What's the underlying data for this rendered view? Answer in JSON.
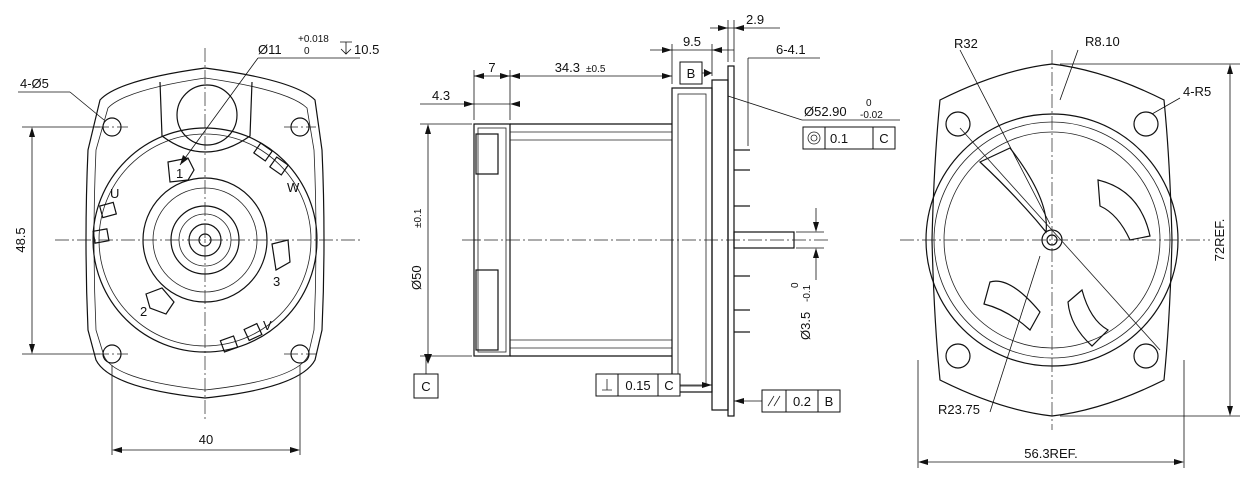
{
  "front_view": {
    "hole_callout": "4-Ø5",
    "bore_diameter": "Ø11",
    "bore_tol_upper": "+0.018",
    "bore_tol_lower": "0",
    "bore_depth": "10.5",
    "height_dim": "48.5",
    "width_dim": "40",
    "phase_labels": [
      "U",
      "W",
      "V"
    ],
    "sensor_labels": [
      "1",
      "2",
      "3"
    ]
  },
  "side_view": {
    "dim_flange_7": "7",
    "dim_length": "34.3",
    "dim_length_tol": "±0.5",
    "dim_4_3": "4.3",
    "dim_9_5": "9.5",
    "dim_2_9": "2.9",
    "dim_pins": "6-4.1",
    "datum_b": "B",
    "datum_c": "C",
    "dia_50": "Ø50",
    "dia_50_tol": "±0.1",
    "dia_pilot": "Ø52.90",
    "dia_pilot_tol_upper": "0",
    "dia_pilot_tol_lower": "-0.02",
    "concentric_value": "0.1",
    "concentric_datum": "C",
    "shaft_dia": "Ø3.5",
    "shaft_tol_upper": "0",
    "shaft_tol_lower": "-0.1",
    "perp_value": "0.15",
    "perp_datum": "C",
    "parallel_value": "0.2",
    "parallel_datum": "B"
  },
  "rear_view": {
    "r32": "R32",
    "r8": "R8.10",
    "corner_r": "4-R5",
    "height_ref": "72REF.",
    "width_ref": "56.3REF.",
    "r23": "R23.75"
  }
}
